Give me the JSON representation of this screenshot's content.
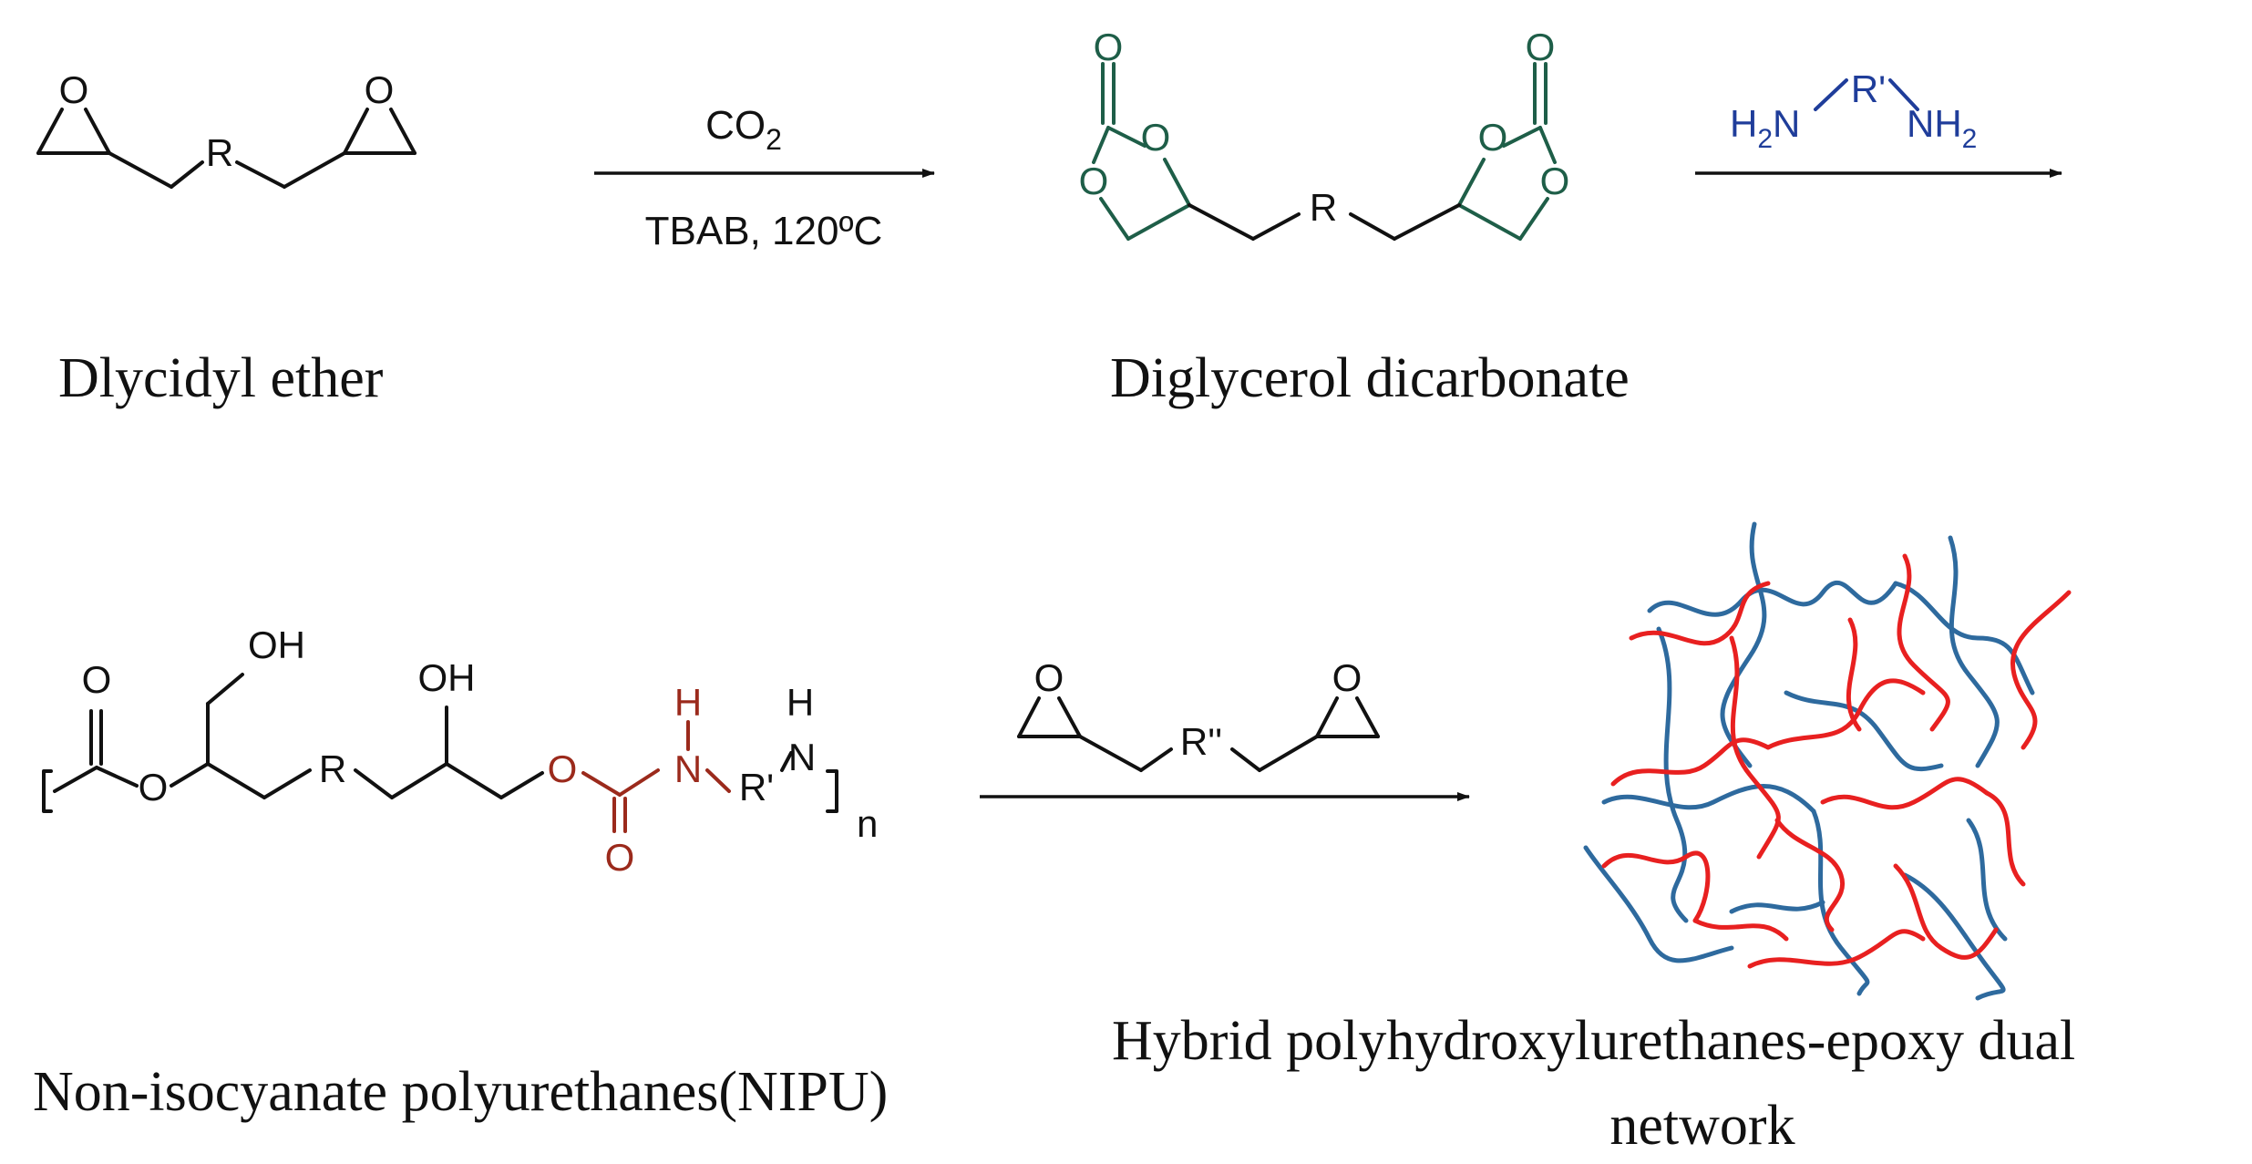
{
  "colors": {
    "black": "#111111",
    "carbonate_green": "#1e5e48",
    "amine_blue": "#1f3d9a",
    "urethane_red": "#9b2a1c",
    "network_red": "#e82020",
    "network_blue": "#2e6a9e"
  },
  "step1": {
    "reagent": "CO",
    "reagent_sub": "2",
    "conditions": "TBAB, 120ºC"
  },
  "step2": {
    "amine_left": "H",
    "amine_left_sub": "2",
    "amine_left_n": "N",
    "amine_r": "R'",
    "amine_right": "NH",
    "amine_right_sub": "2"
  },
  "step3": {
    "epoxide_r": "R''"
  },
  "atoms": {
    "O": "O",
    "R": "R",
    "OH": "OH",
    "H": "H",
    "N": "N",
    "R_prime": "R'",
    "n": "n"
  },
  "labels": {
    "glycidyl": "Dlycidyl ether",
    "dicarbonate": "Diglycerol dicarbonate",
    "nipu": "Non-isocyanate polyurethanes(NIPU)",
    "hybrid_line1": "Hybrid polyhydroxylurethanes-epoxy dual",
    "hybrid_line2": "network"
  }
}
